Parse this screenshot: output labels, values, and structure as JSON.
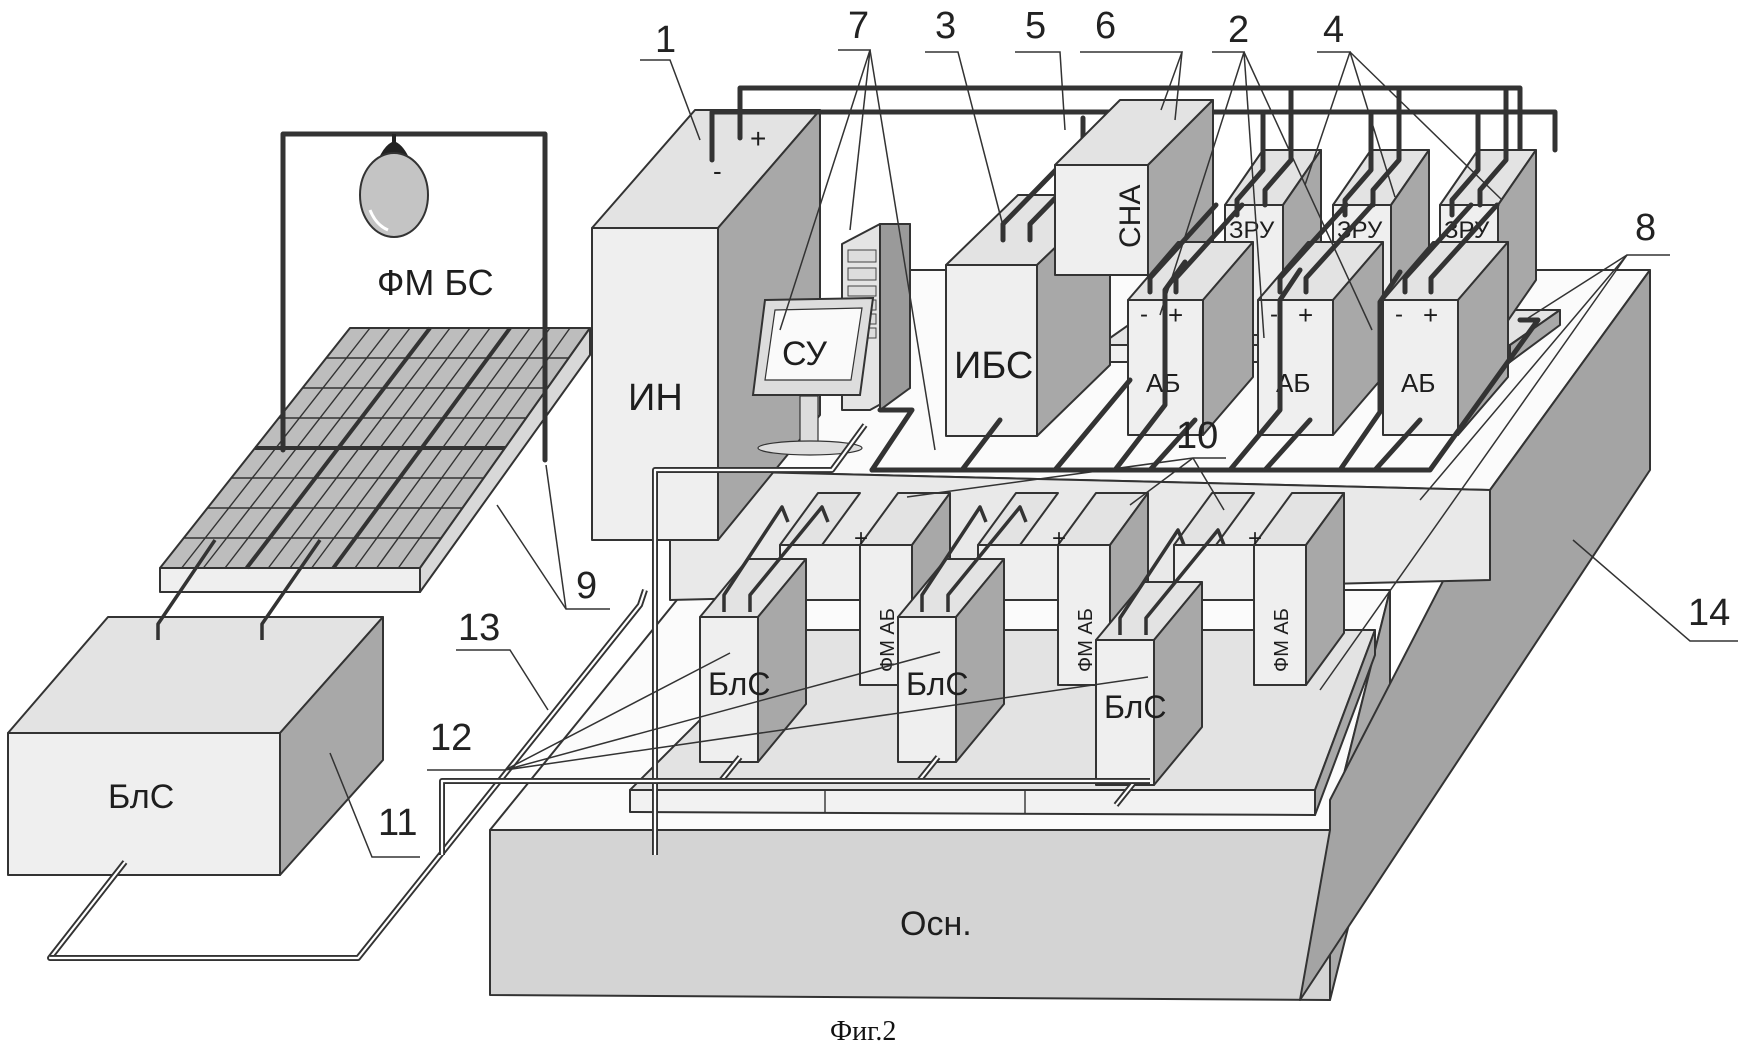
{
  "figure": {
    "caption": "Фиг.2",
    "components": {
      "inverter": "ИН",
      "control_system": "СУ",
      "uninterrupted_supply": "ИБС",
      "auxiliary_supply": "СНА",
      "charge_controllers": [
        "ЗРУ",
        "ЗРУ",
        "ЗРУ"
      ],
      "batteries": [
        "АБ",
        "АБ",
        "АБ"
      ],
      "battery_modules": [
        "ФМ АБ",
        "ФМ АБ",
        "ФМ АБ"
      ],
      "battery_blocks": [
        "БлС",
        "БлС",
        "БлС"
      ],
      "remote_block": "БлС",
      "solar_module": "ФМ БС",
      "base": "Осн."
    },
    "polarity": {
      "minus": "-",
      "plus": "+"
    },
    "callouts": [
      "1",
      "2",
      "3",
      "4",
      "5",
      "6",
      "7",
      "8",
      "9",
      "10",
      "11",
      "12",
      "13",
      "14"
    ]
  }
}
